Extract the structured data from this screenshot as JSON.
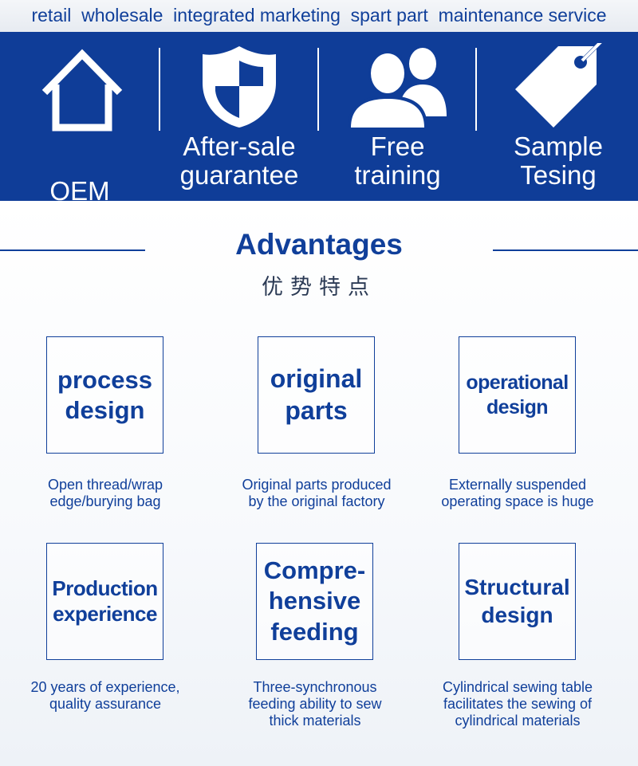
{
  "top_bar": {
    "text": "retail  wholesale  integrated marketing  spart part  maintenance service"
  },
  "banner": {
    "background": "#0f3d98",
    "features": [
      {
        "icon": "house-icon",
        "line1": "",
        "line2": "OEM"
      },
      {
        "icon": "shield-icon",
        "line1": "After-sale",
        "line2": "guarantee"
      },
      {
        "icon": "users-icon",
        "line1": "Free",
        "line2": "training"
      },
      {
        "icon": "tag-icon",
        "line1": "Sample",
        "line2": "Tesing"
      }
    ]
  },
  "advantages": {
    "title": "Advantages",
    "subtitle": "优势特点",
    "accent": "#103f9a",
    "cards": [
      {
        "title": [
          "process",
          "design"
        ],
        "desc": [
          "Open thread/wrap",
          "edge/burying bag"
        ]
      },
      {
        "title": [
          "original",
          "parts"
        ],
        "desc": [
          "Original parts produced",
          "by the original factory"
        ]
      },
      {
        "title": [
          "operational",
          "design"
        ],
        "desc": [
          "Externally suspended",
          "operating space is huge"
        ]
      },
      {
        "title": [
          "Production",
          "experience"
        ],
        "desc": [
          "20 years of experience,",
          "quality assurance"
        ]
      },
      {
        "title": [
          "Compre-",
          "hensive",
          "feeding"
        ],
        "desc": [
          "Three-synchronous",
          "feeding ability to sew",
          "thick materials"
        ]
      },
      {
        "title": [
          "Structural",
          "design"
        ],
        "desc": [
          "Cylindrical sewing table",
          "facilitates the sewing of",
          "cylindrical materials"
        ]
      }
    ]
  }
}
